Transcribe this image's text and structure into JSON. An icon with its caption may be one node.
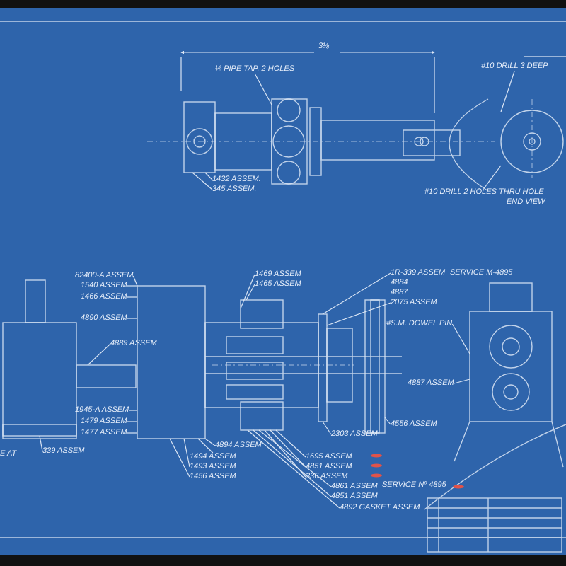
{
  "diagram": {
    "nodes": [
      {
        "text": [
          "⅛ PIPE TAP. 2 HOLES"
        ]
      },
      {
        "text": [
          "1432 ASSEM."
        ]
      },
      {
        "text": [
          "345 ASSEM."
        ]
      },
      {
        "text": [
          "#10 DRILL 3 DEEP"
        ]
      },
      {
        "text": [
          "#10 DRILL 2 HOLES THRU HOLE"
        ]
      },
      {
        "text": [
          "82400-A ASSEM"
        ]
      },
      {
        "text": [
          "1540 ASSEM"
        ]
      },
      {
        "text": [
          "1466 ASSEM"
        ]
      },
      {
        "text": [
          "4890 ASSEM"
        ]
      },
      {
        "text": [
          "4889 ASSEM"
        ]
      },
      {
        "text": [
          "1945-A ASSEM"
        ]
      },
      {
        "text": [
          "1479 ASSEM"
        ]
      },
      {
        "text": [
          "1477 ASSEM"
        ]
      },
      {
        "text": [
          "339 ASSEM"
        ]
      },
      {
        "text": [
          "4894 ASSEM"
        ]
      },
      {
        "text": [
          "1494 ASSEM"
        ]
      },
      {
        "text": [
          "1493 ASSEM"
        ]
      },
      {
        "text": [
          "1456 ASSEM"
        ]
      },
      {
        "text": [
          "1469 ASSEM"
        ]
      },
      {
        "text": [
          "1465 ASSEM"
        ]
      },
      {
        "text": [
          "1R-339 ASSEM"
        ]
      },
      {
        "text": [
          "4884"
        ]
      },
      {
        "text": [
          "4887"
        ]
      },
      {
        "text": [
          "2075 ASSEM"
        ]
      },
      {
        "text": [
          "SERVICE M-4895"
        ]
      },
      {
        "text": [
          "#S.M. DOWEL PIN"
        ]
      },
      {
        "text": [
          "4887 ASSEM"
        ]
      },
      {
        "text": [
          "4556 ASSEM"
        ]
      },
      {
        "text": [
          "2303 ASSEM"
        ]
      },
      {
        "text": [
          "1695 ASSEM"
        ]
      },
      {
        "text": [
          "4851 ASSEM"
        ]
      },
      {
        "text": [
          "336 ASSEM"
        ]
      },
      {
        "text": [
          "4861 ASSEM"
        ]
      },
      {
        "text": [
          "4851 ASSEM"
        ]
      },
      {
        "text": [
          "4892 GASKET ASSEM"
        ]
      },
      {
        "text": [
          "SERVICE Nº 4895"
        ]
      },
      {
        "text": [],
        "shape": "box"
      },
      {
        "text": [],
        "shape": "box"
      },
      {
        "text": [],
        "shape": "circle"
      },
      {
        "text": [],
        "shape": "box"
      },
      {
        "text": [],
        "shape": "box"
      },
      {
        "text": [],
        "shape": "box"
      },
      {
        "text": [],
        "shape": "box"
      },
      {
        "text": [],
        "shape": "box"
      },
      {
        "text": [],
        "shape": "box"
      },
      {
        "text": [],
        "shape": "box"
      },
      {
        "text": [],
        "shape": "box"
      }
    ],
    "edges": [
      {
        "from": 0,
        "to": 37,
        "arrow": "none"
      },
      {
        "from": 1,
        "to": 36,
        "arrow": "none"
      },
      {
        "from": 2,
        "to": 36,
        "arrow": "none"
      },
      {
        "from": 3,
        "to": 38,
        "arrow": "none"
      },
      {
        "from": 4,
        "to": 38,
        "arrow": "none"
      },
      {
        "from": 5,
        "to": 41,
        "arrow": "none"
      },
      {
        "from": 6,
        "to": 41,
        "arrow": "none"
      },
      {
        "from": 7,
        "to": 41,
        "arrow": "none"
      },
      {
        "from": 8,
        "to": 41,
        "arrow": "none"
      },
      {
        "from": 9,
        "to": 40,
        "arrow": "none"
      },
      {
        "from": 10,
        "to": 41,
        "arrow": "none"
      },
      {
        "from": 11,
        "to": 41,
        "arrow": "none"
      },
      {
        "from": 12,
        "to": 41,
        "arrow": "none"
      },
      {
        "from": 13,
        "to": 39,
        "arrow": "none"
      },
      {
        "from": 14,
        "to": 41,
        "arrow": "none"
      },
      {
        "from": 15,
        "to": 41,
        "arrow": "none"
      },
      {
        "from": 16,
        "to": 41,
        "arrow": "none"
      },
      {
        "from": 17,
        "to": 41,
        "arrow": "none"
      },
      {
        "from": 18,
        "to": 42,
        "arrow": "none"
      },
      {
        "from": 19,
        "to": 42,
        "arrow": "none"
      },
      {
        "from": 20,
        "to": 44,
        "arrow": "none"
      },
      {
        "from": 23,
        "to": 44,
        "arrow": "none"
      },
      {
        "from": 25,
        "to": 46,
        "arrow": "none"
      },
      {
        "from": 26,
        "to": 46,
        "arrow": "none"
      },
      {
        "from": 27,
        "to": 45,
        "arrow": "none"
      },
      {
        "from": 28,
        "to": 44,
        "arrow": "none"
      },
      {
        "from": 29,
        "to": 43,
        "arrow": "none"
      },
      {
        "from": 30,
        "to": 43,
        "arrow": "none"
      },
      {
        "from": 31,
        "to": 43,
        "arrow": "none"
      },
      {
        "from": 32,
        "to": 43,
        "arrow": "none"
      },
      {
        "from": 33,
        "to": 43,
        "arrow": "none"
      },
      {
        "from": 34,
        "to": 43,
        "arrow": "none"
      }
    ],
    "labels": [
      "3⅛",
      "END VIEW",
      "E AT"
    ]
  }
}
